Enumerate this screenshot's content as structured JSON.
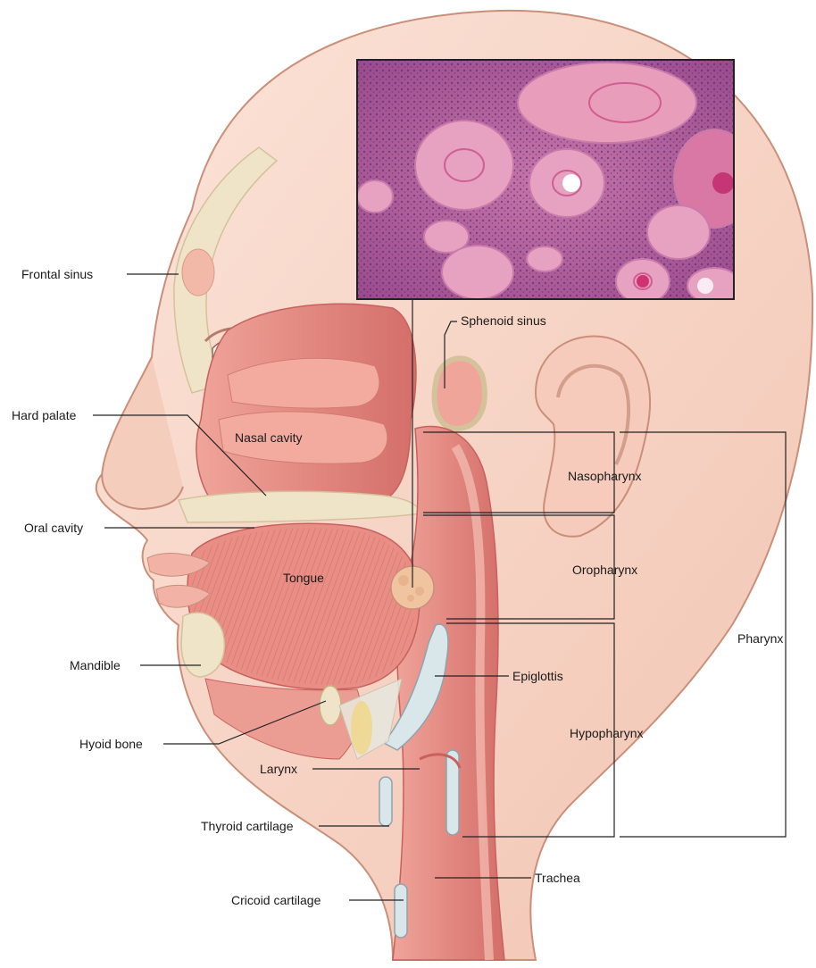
{
  "labels": {
    "frontal_sinus": "Frontal sinus",
    "sphenoid_sinus": "Sphenoid sinus",
    "hard_palate": "Hard palate",
    "nasal_cavity": "Nasal cavity",
    "nasopharynx": "Nasopharynx",
    "oral_cavity": "Oral cavity",
    "tongue": "Tongue",
    "oropharynx": "Oropharynx",
    "pharynx": "Pharynx",
    "mandible": "Mandible",
    "epiglottis": "Epiglottis",
    "hyoid_bone": "Hyoid bone",
    "hypopharynx": "Hypopharynx",
    "larynx": "Larynx",
    "thyroid_cartilage": "Thyroid cartilage",
    "trachea": "Trachea",
    "cricoid_cartilage": "Cricoid cartilage"
  },
  "colors": {
    "skin": "#f6d2c3",
    "skin_edge": "#c98f7a",
    "muscle": "#e3857d",
    "muscle_dark": "#c8615e",
    "bone": "#efe3c8",
    "cartilage": "#d9e6ea",
    "histology_bg": "#b45a9c",
    "histology_nest": "#e6a2c0",
    "histology_dots": "#4a2470",
    "line": "#222222"
  }
}
